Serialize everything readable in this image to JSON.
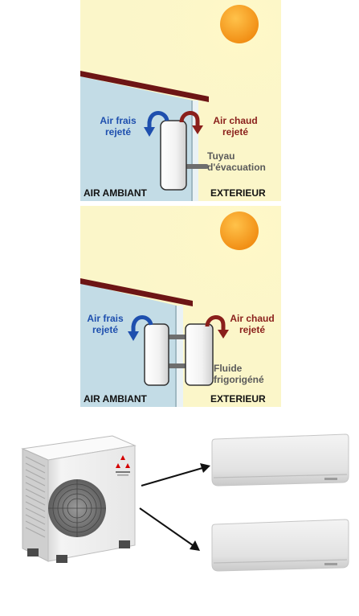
{
  "panel1": {
    "cold_label": "Air frais\nrejeté",
    "hot_label": "Air chaud\nrejeté",
    "pipe_label": "Tuyau\nd'évacuation",
    "inside_label": "AIR AMBIANT",
    "outside_label": "EXTERIEUR"
  },
  "panel2": {
    "cold_label": "Air frais\nrejeté",
    "hot_label": "Air chaud\nrejeté",
    "fluid_label": "Fluide\nfrigorigéné",
    "inside_label": "AIR AMBIANT",
    "outside_label": "EXTERIEUR"
  },
  "colors": {
    "inside": "#c3dce6",
    "outside": "#fbf6c9",
    "roof": "#6d1515",
    "cold_arrow": "#1e4fae",
    "hot_arrow": "#8a1f1b",
    "sun": "#f29a1a"
  }
}
